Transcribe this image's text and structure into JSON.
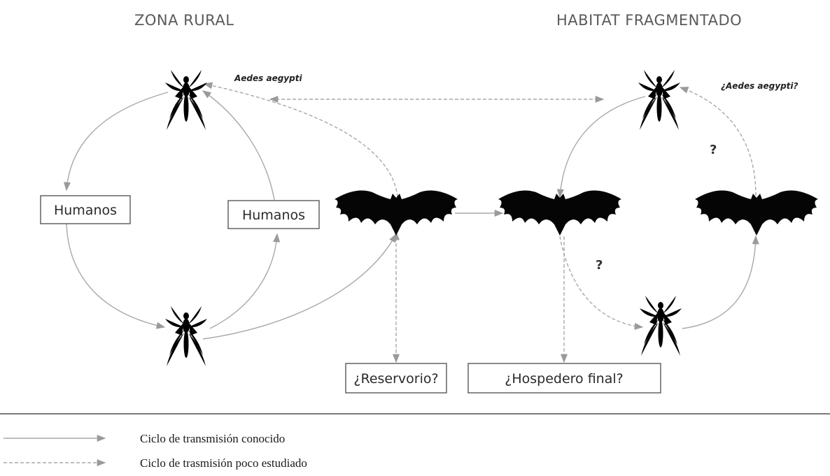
{
  "titles": {
    "left": "ZONA RURAL",
    "right": "HABITAT FRAGMENTADO"
  },
  "species_labels": {
    "left": "Aedes aegypti",
    "right": "¿Aedes aegypti?"
  },
  "boxes": {
    "humanos_1": "Humanos",
    "humanos_2": "Humanos",
    "reservorio": "¿Reservorio?",
    "hospedero": "¿Hospedero final?"
  },
  "question_marks": {
    "upper": "?",
    "lower": "?"
  },
  "legend": {
    "known": "Ciclo de transmisión conocido",
    "little_studied": "Ciclo de trasmisión poco estudiado"
  }
}
